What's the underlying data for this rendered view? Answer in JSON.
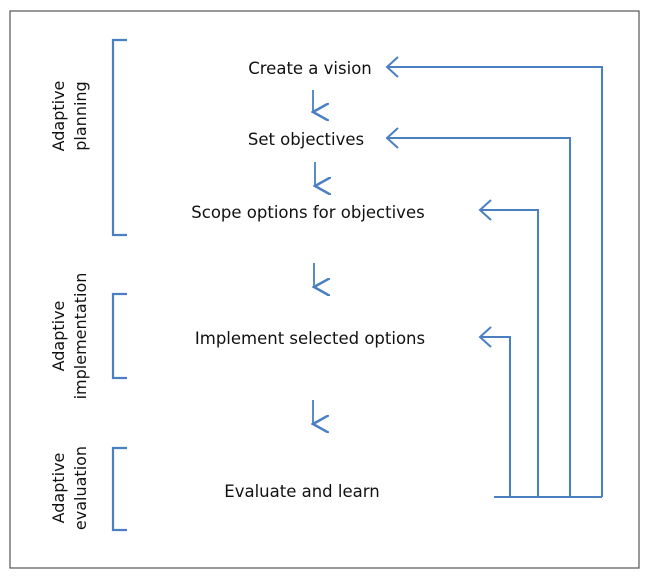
{
  "colors": {
    "line": "#4a7fc1",
    "frame": "#555555",
    "text": "#111111"
  },
  "steps": [
    {
      "label": "Create a vision"
    },
    {
      "label": "Set objectives"
    },
    {
      "label": "Scope options for objectives"
    },
    {
      "label": "Implement selected options"
    },
    {
      "label": "Evaluate and learn"
    }
  ],
  "phases": [
    {
      "line1": "Adaptive",
      "line2": "planning"
    },
    {
      "line1": "Adaptive",
      "line2": "implementation"
    },
    {
      "line1": "Adaptive",
      "line2": "evaluation"
    }
  ]
}
